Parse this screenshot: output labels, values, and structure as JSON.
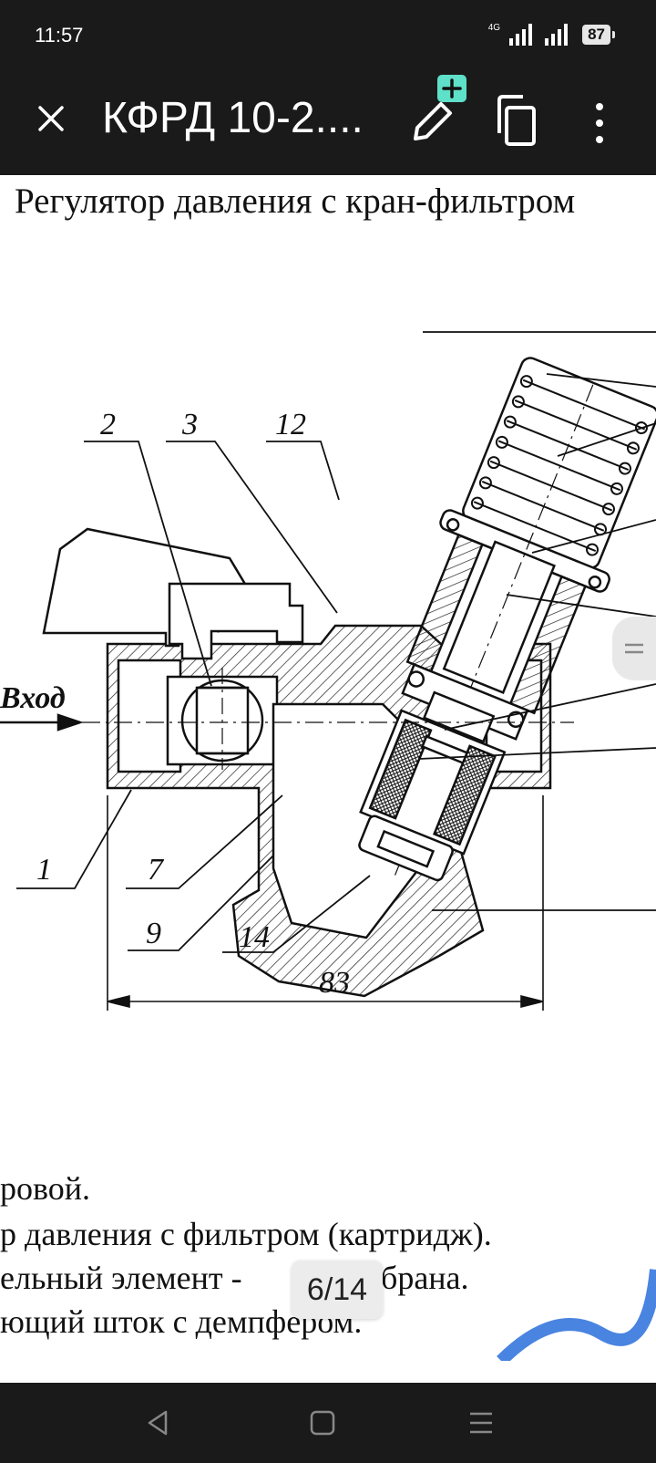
{
  "status_bar": {
    "time": "11:57",
    "network": "4G",
    "battery": "87"
  },
  "app_bar": {
    "title": "КФРД 10-2....",
    "icons": [
      "close-icon",
      "edit-add-icon",
      "copy-icon",
      "more-vert-icon"
    ],
    "accent_color": "#5fe0c8"
  },
  "document": {
    "heading": "Регулятор давления с кран-фильтром",
    "drawing": {
      "labels": [
        "2",
        "3",
        "12",
        "1",
        "7",
        "9",
        "14"
      ],
      "inlet_label": "Вход",
      "dimension": "83"
    },
    "lines": [
      "ровой.",
      "р давления с фильтром (картридж).",
      "ельный элемент -",
      "брана.",
      "ющий шток с демпфером."
    ]
  },
  "page_indicator": "6/14",
  "nav_bar": {
    "icons": [
      "back-icon",
      "home-icon",
      "recents-icon"
    ]
  }
}
